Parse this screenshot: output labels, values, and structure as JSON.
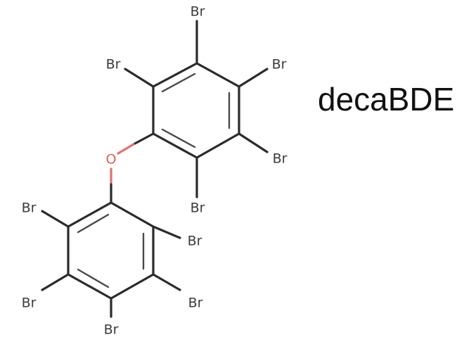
{
  "title": "decaBDE",
  "atoms": {
    "o": "O",
    "top_ring": {
      "br_top": "Br",
      "br_top_left": "Br",
      "br_top_right": "Br",
      "br_right": "Br",
      "br_bottom": "Br"
    },
    "bottom_ring": {
      "br_upper_left": "Br",
      "br_upper_right": "Br",
      "br_lower_left": "Br",
      "br_lower_right": "Br",
      "br_bottom": "Br"
    }
  },
  "colors": {
    "bond": "#2b2b2b",
    "oxygen": "#e06060",
    "text": "#111111"
  }
}
